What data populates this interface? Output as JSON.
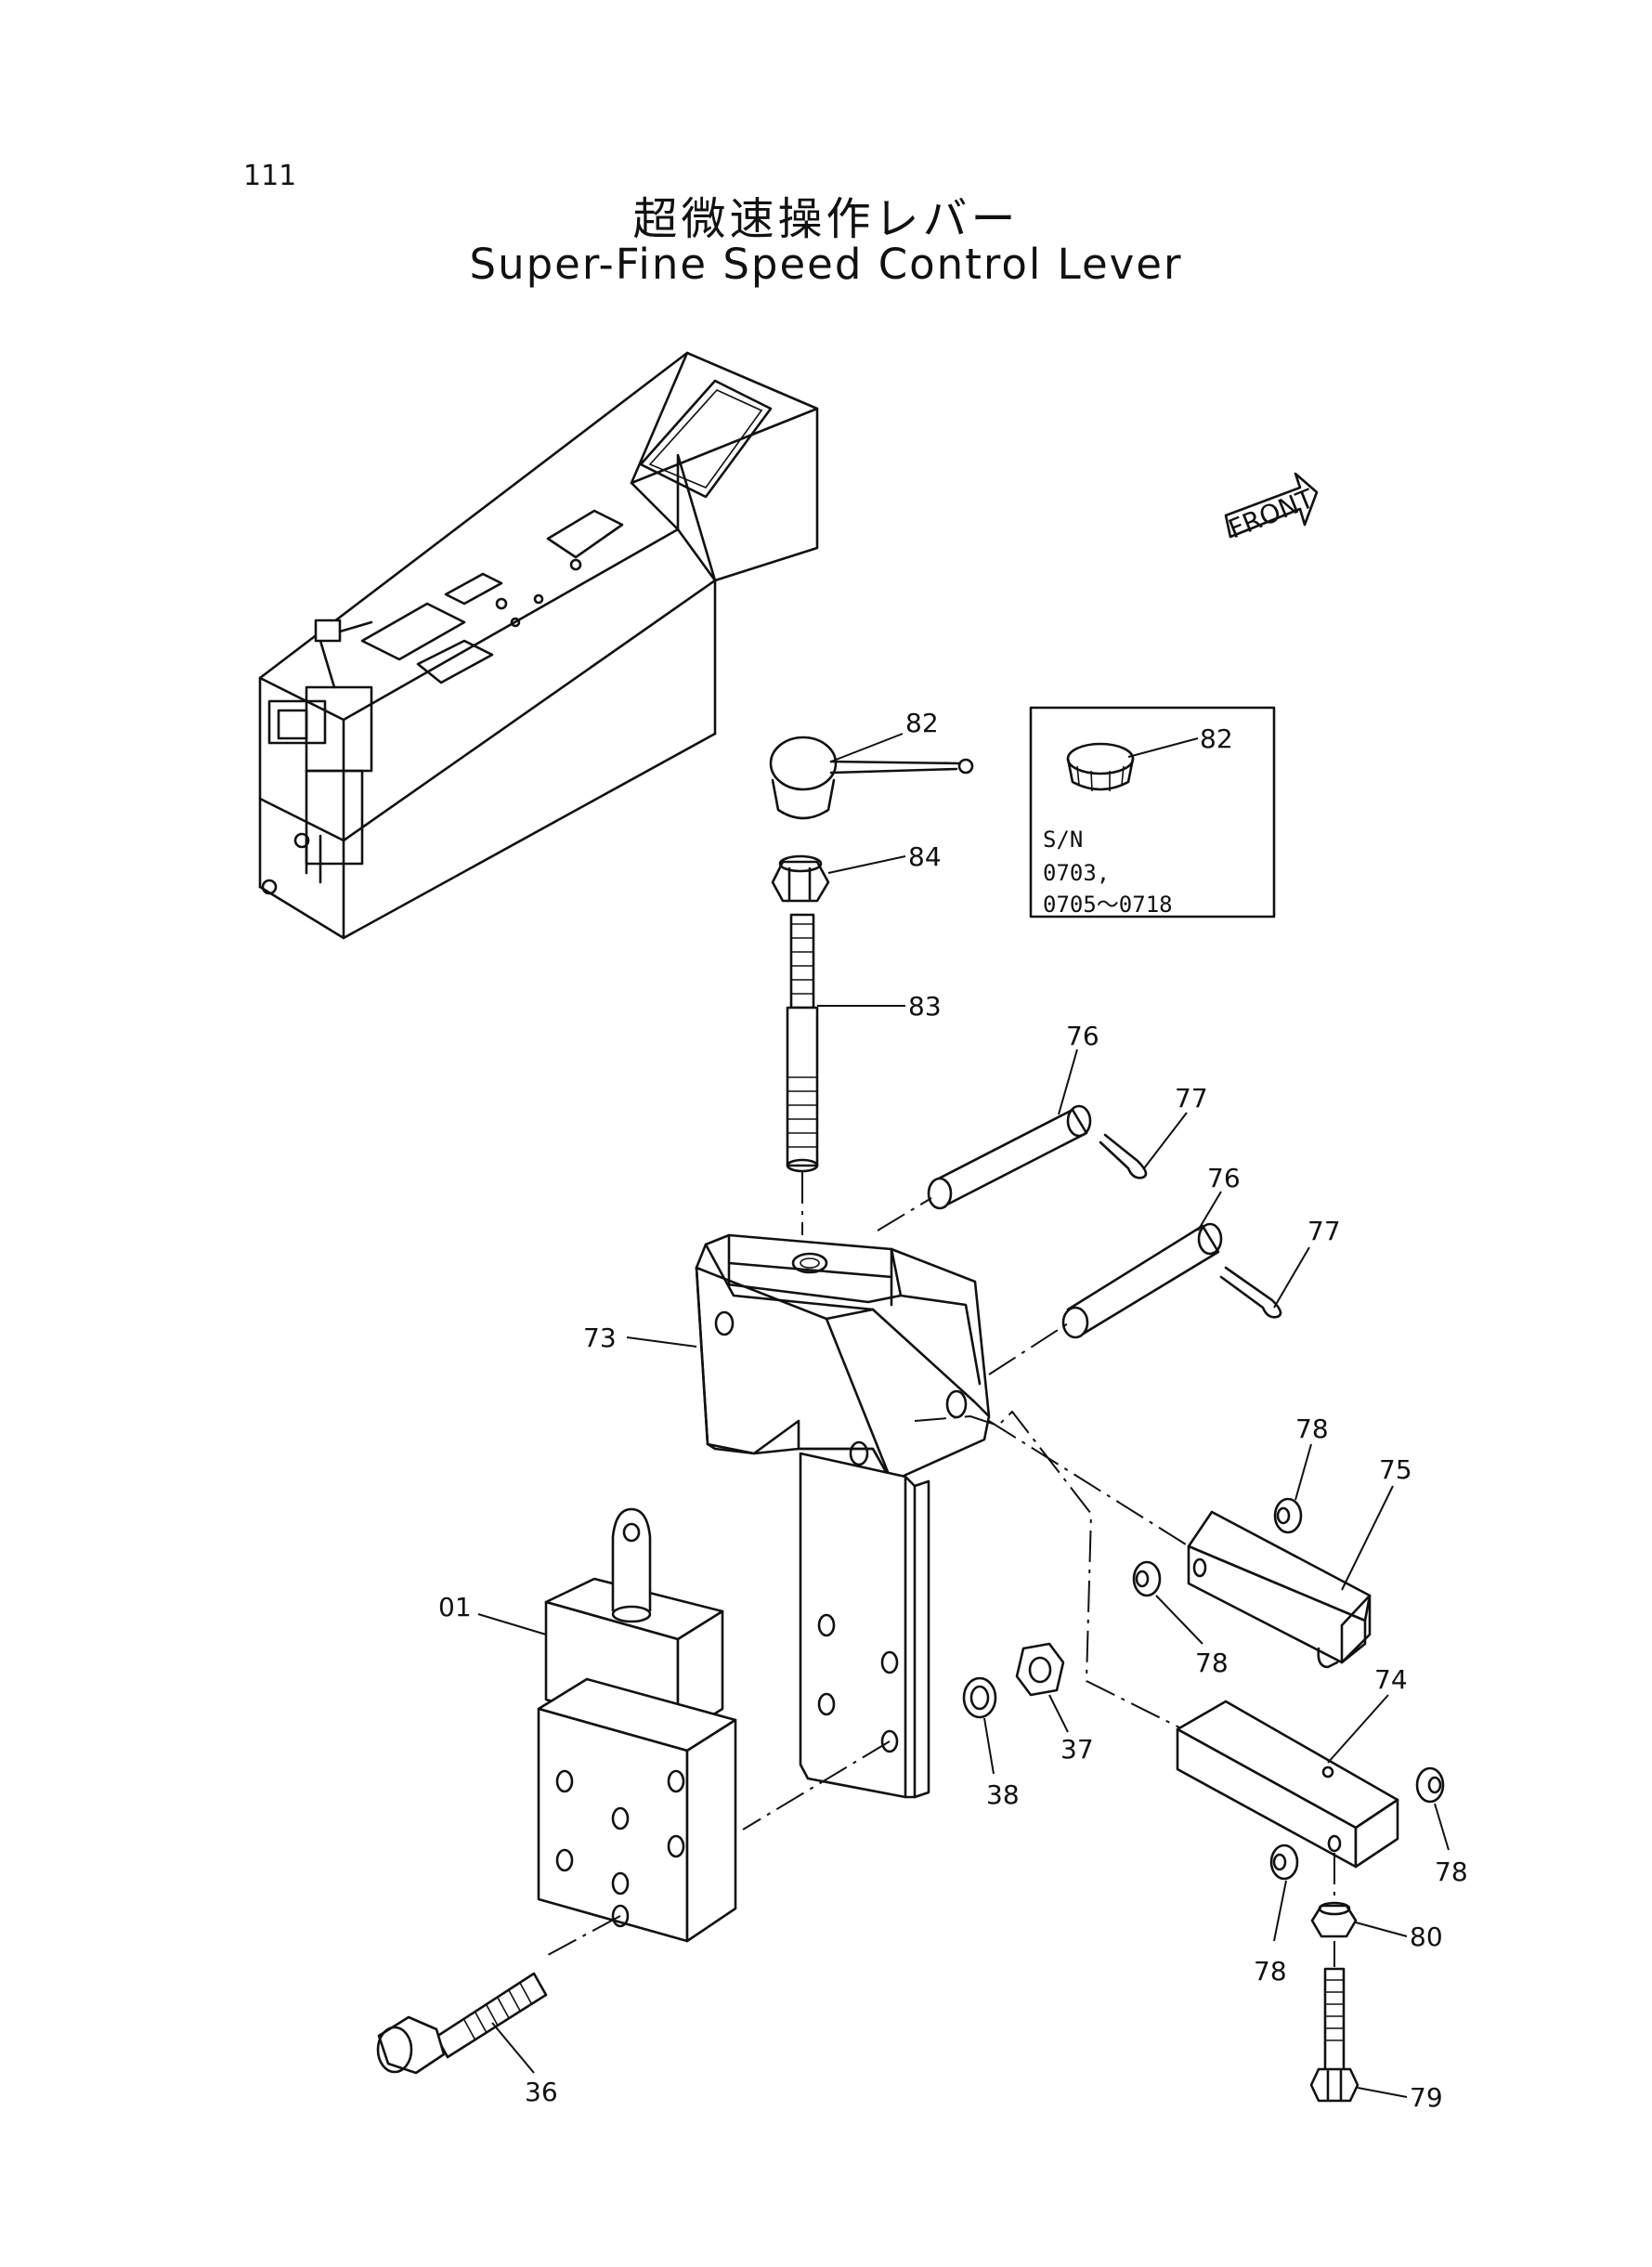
{
  "page_number": "111",
  "title_jp": "超微速操作レバー",
  "title_en": "Super-Fine Speed Control Lever",
  "front_label": "FRONT",
  "inset": {
    "callout": "82",
    "sn_label": "S/N",
    "sn_line1": "0703,",
    "sn_line2": "0705～0718"
  },
  "callouts": {
    "c82": "82",
    "c84": "84",
    "c83": "83",
    "c76a": "76",
    "c77a": "77",
    "c76b": "76",
    "c77b": "77",
    "c73": "73",
    "c78a": "78",
    "c75": "75",
    "c78b": "78",
    "c01": "01",
    "c37": "37",
    "c38": "38",
    "c74": "74",
    "c78c": "78",
    "c78d": "78",
    "c80": "80",
    "c36": "36",
    "c79": "79"
  }
}
